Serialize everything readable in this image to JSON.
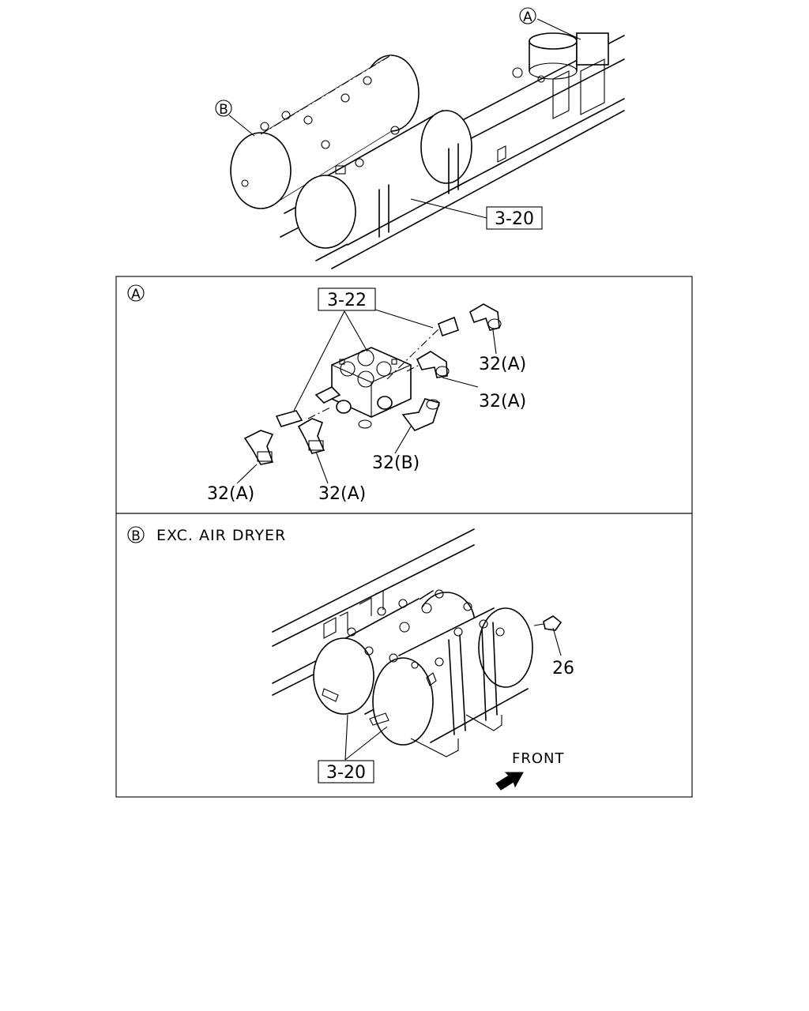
{
  "overview": {
    "callout_a": "A",
    "callout_b": "B",
    "ref_tanks": "3-20"
  },
  "panel_a": {
    "badge": "A",
    "ref_valve": "3-22",
    "fittings": [
      "32(A)",
      "32(A)",
      "32(B)",
      "32(A)",
      "32(A)"
    ]
  },
  "panel_b": {
    "badge": "B",
    "title": "EXC. AIR DRYER",
    "ref_tanks": "3-20",
    "part_26": "26",
    "front_label": "FRONT"
  }
}
